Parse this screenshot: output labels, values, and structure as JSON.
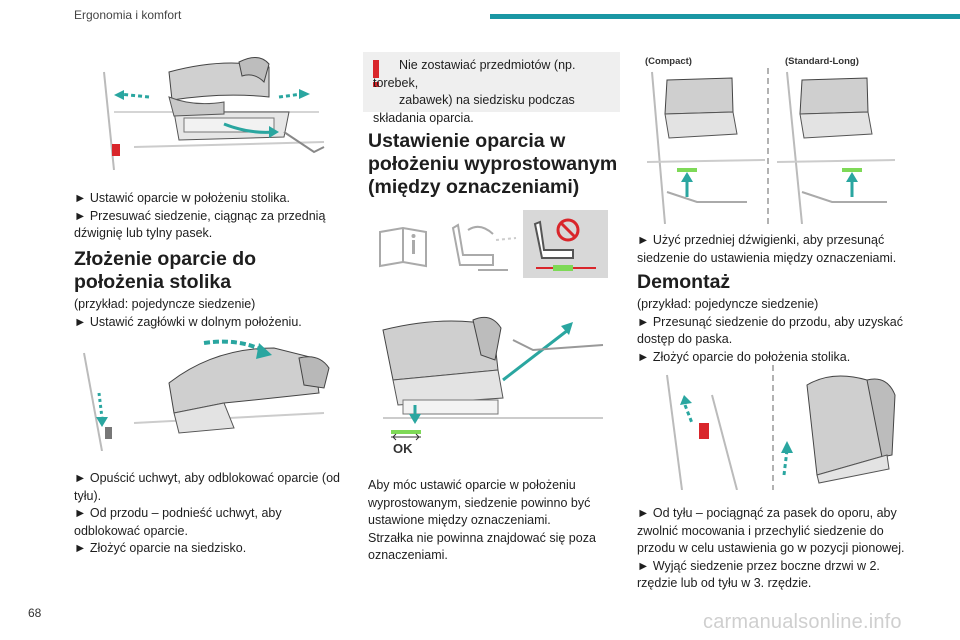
{
  "header": {
    "section_title": "Ergonomia i komfort"
  },
  "page_number": "68",
  "watermark": "carmanualsonline.info",
  "colors": {
    "accent": "#1a97a4",
    "warning_red": "#d9262b",
    "ok_green": "#7ed957",
    "panel_grey": "#efefef"
  },
  "col1": {
    "p1_line1": "► Ustawić oparcie w położeniu stolika.",
    "p1_line2": "► Przesuwać siedzenie, ciągnąc za przednią",
    "p1_line3": "dźwignię lub tylny pasek.",
    "h1_line1": "Złożenie oparcie do",
    "h1_line2": "położenia stolika",
    "p2_line1": "(przykład: pojedyncze siedzenie)",
    "p2_line2": "► Ustawić zagłówki w dolnym położeniu.",
    "p3_line1": "► Opuścić uchwyt, aby odblokować oparcie (od",
    "p3_line2": "tyłu).",
    "p3_line3": "► Od przodu – podnieść uchwyt, aby",
    "p3_line4": "odblokować oparcie.",
    "p3_line5": "► Złożyć oparcie na siedzisko."
  },
  "col2": {
    "warn_icon": "exclamation-icon",
    "warn_line1": "Nie zostawiać przedmiotów (np. torebek,",
    "warn_line2": "zabawek) na siedzisku podczas",
    "warn_line3": "składania oparcia.",
    "h1_line1": "Ustawienie oparcia w",
    "h1_line2": "położeniu wyprostowanym",
    "h1_line3": "(między oznaczeniami)",
    "fig_ok_label": "OK",
    "p1_line1": "Aby móc ustawić oparcie w położeniu",
    "p1_line2": "wyprostowanym, siedzenie powinno być",
    "p1_line3": "ustawione między oznaczeniami.",
    "p1_line4": "Strzałka nie powinna znajdować się poza",
    "p1_line5": "oznaczeniami."
  },
  "col3": {
    "fig_label_compact": "(Compact)",
    "fig_label_standard": "(Standard-Long)",
    "p1_line1": "► Użyć przedniej dźwigienki, aby przesunąć",
    "p1_line2": "siedzenie do ustawienia między oznaczeniami.",
    "h1": "Demontaż",
    "p2_line1": "(przykład: pojedyncze siedzenie)",
    "p2_line2": "► Przesunąć siedzenie do przodu, aby uzyskać",
    "p2_line3": "dostęp do paska.",
    "p2_line4": "► Złożyć oparcie do położenia stolika.",
    "p3_line1": "► Od tyłu – pociągnąć za pasek do oporu, aby",
    "p3_line2": "zwolnić mocowania i przechylić siedzenie do",
    "p3_line3": "przodu w celu ustawienia go w pozycji pionowej.",
    "p3_line4": "► Wyjąć siedzenie przez boczne drzwi w 2.",
    "p3_line5": "rzędzie lub od tyłu w 3. rzędzie."
  }
}
